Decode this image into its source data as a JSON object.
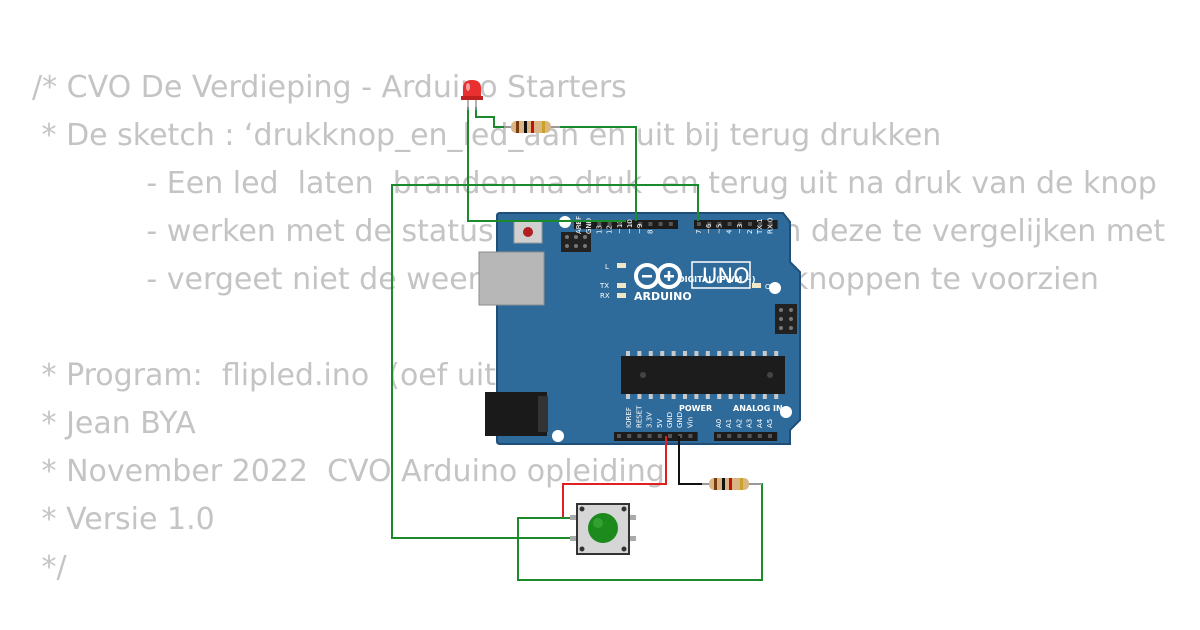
{
  "code_comment": {
    "lines": [
      "/* CVO De Verdieping - Arduino Starters",
      " * De sketch : ‘drukknop_en_led_aan en uit bij terug drukken",
      "            - Een led  laten  branden na druk  en terug uit na druk van de knop",
      "            - werken met de status van de variabele en deze te vergelijken met",
      "            - vergeet niet de weerstanden aan de drukknoppen te voorzien",
      "",
      " * Program:  flipled.ino  (oef uit de cursus 2-3)",
      " * Jean BYA",
      " * November 2022  CVO Arduino opleiding",
      " * Versie 1.0",
      " */"
    ]
  },
  "board": {
    "model_label": "UNO",
    "brand_label": "ARDUINO",
    "digital_header_label": "DIGITAL (PWM ~)",
    "power_label": "POWER",
    "analog_label": "ANALOG IN",
    "on_label": "ON",
    "l_label": "L",
    "tx_label": "TX",
    "rx_label": "RX",
    "digital_pins": [
      "AREF",
      "GND",
      "13",
      "12",
      "~11",
      "~10",
      "~9",
      "8",
      "7",
      "~6",
      "~5",
      "4",
      "~3",
      "2",
      "TX 1",
      "RX 0"
    ],
    "power_pins": [
      "IOREF",
      "RESET",
      "3.3V",
      "5V",
      "GND",
      "GND",
      "Vin"
    ],
    "analog_pins": [
      "A0",
      "A1",
      "A2",
      "A3",
      "A4",
      "A5"
    ]
  },
  "colors": {
    "board": "#2f6b9a",
    "board_edge": "#1f4f78",
    "wire_green": "#1a8a2a",
    "wire_red": "#e02020",
    "wire_black": "#111111",
    "led": "#e83030",
    "button_cap": "#1c8a1c",
    "code_text": "#c4c4c4"
  }
}
